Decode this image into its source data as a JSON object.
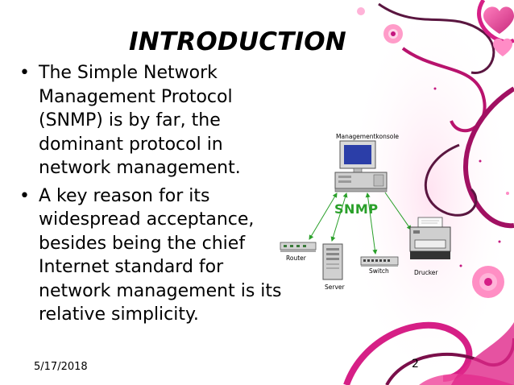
{
  "slide": {
    "title": "INTRODUCTION",
    "bullets": [
      "The Simple Network Management Protocol (SNMP) is by far, the dominant protocol in network management.",
      "A key reason for its widespread acceptance, besides being the chief Internet standard for network management is its relative simplicity."
    ],
    "bullet_lines": [
      [
        "The Simple Network",
        "Management Protocol",
        "(SNMP) is by far, the",
        "dominant protocol in",
        "network management."
      ],
      [
        "A key reason for its",
        "widespread acceptance,",
        "besides being the chief",
        "Internet standard for",
        "network management is its",
        "relative simplicity."
      ]
    ],
    "date": "5/17/2018",
    "page_number": "2"
  },
  "diagram": {
    "manager_label": "Managementkonsole",
    "protocol_label": "SNMP",
    "devices": {
      "router": "Router",
      "server": "Server",
      "switch": "Switch",
      "printer": "Drucker"
    }
  },
  "colors": {
    "accent_magenta": "#c4167f",
    "accent_pink": "#f07ab5",
    "arrow_green": "#2aa02a",
    "text": "#000000"
  }
}
